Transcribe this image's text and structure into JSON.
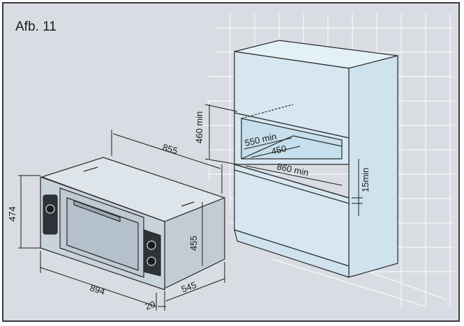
{
  "figure": {
    "label": "Afb. 11"
  },
  "dimensions": {
    "oven_width": "894",
    "oven_height": "474",
    "oven_depth_top": "855",
    "oven_body_height": "455",
    "oven_depth_side": "545",
    "oven_front_offset": "20",
    "niche_height": "460 min",
    "niche_depth": "550 min",
    "niche_inner_depth": "450",
    "niche_width": "860 min",
    "niche_bottom_gap": "15min"
  },
  "colors": {
    "background": "#d9dde3",
    "cabinet_fill": "#dcecf5",
    "niche_fill": "#c6dfec",
    "oven_fill": "#c9d3dc",
    "line": "#2a2a2a"
  }
}
